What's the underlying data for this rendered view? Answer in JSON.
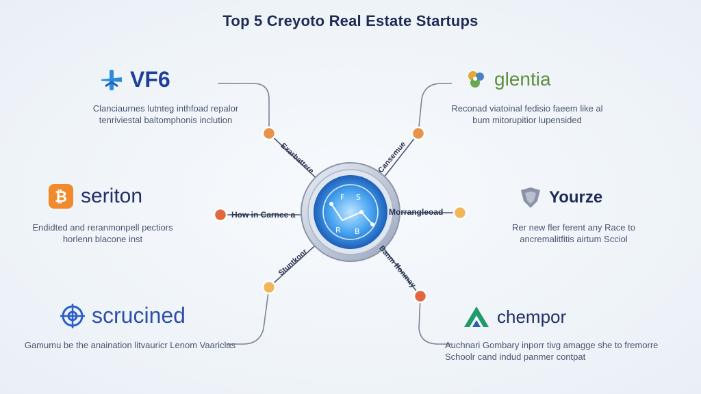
{
  "title": "Top 5 Creyoto Real Estate Startups",
  "nodes": [
    {
      "id": "vf6",
      "name": "VF6",
      "description": "Clanciaurnes lutnteg inthfoad repalor tenriviestal baltomphonis inclution",
      "spoke_label": "Exarbattere",
      "dot_color": "#e8924a",
      "icon": "plane-cross-icon",
      "brand_color": "#1f6fd6"
    },
    {
      "id": "glentia",
      "name": "glentia",
      "description": "Reconad viatoinal fedisio faeem like al bum mitorupitior lupensided",
      "spoke_label": "Cansemue",
      "dot_color": "#e8924a",
      "icon": "gear-cluster-icon",
      "brand_color": "#5a8a3a"
    },
    {
      "id": "seriton",
      "name": "seriton",
      "description": "Endidted and reranmonpell pectiors horlenn blacone inst",
      "spoke_label": "How in Carnee a",
      "dot_color": "#e2663f",
      "icon": "bitcoin-icon",
      "brand_color": "#f0862c"
    },
    {
      "id": "yourze",
      "name": "Yourze",
      "description": "Rer new fler ferent any Race to ancremalitfitis airtum Scciol",
      "spoke_label": "Morrangleoad",
      "dot_color": "#f2b65a",
      "icon": "shield-icon",
      "brand_color": "#1f2b55"
    },
    {
      "id": "scrucined",
      "name": "scrucined",
      "description": "Gamumu be the anaination litvauricr Lenom Vaariclas",
      "spoke_label": "Stuntkonr",
      "dot_color": "#f2b65a",
      "icon": "target-icon",
      "brand_color": "#2a5ec8"
    },
    {
      "id": "chempor",
      "name": "chempor",
      "description": "Auchnari Gombary inporr tivg amagge she to fremorre Schoolr cand indud panmer contpat",
      "spoke_label": "Banm ffonmay",
      "dot_color": "#e2663f",
      "icon": "a-mark-icon",
      "brand_color": "#1f9b6a"
    }
  ]
}
